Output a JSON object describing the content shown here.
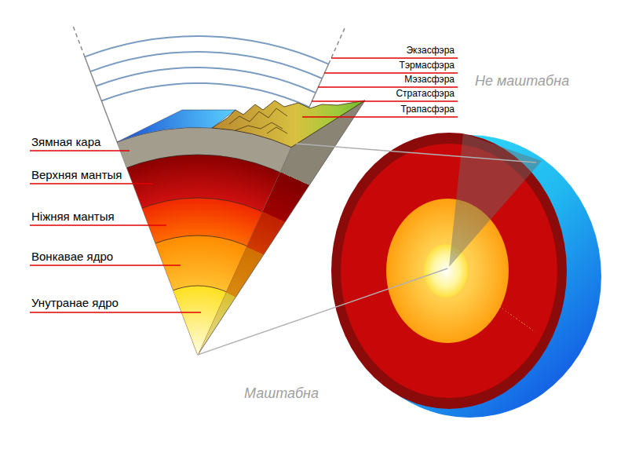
{
  "diagram": {
    "labels": [
      "Экзасфэра",
      "Тэрмасфэра",
      "Мэзасфэра",
      "Стратасфэра",
      "Трапасфэра",
      "Не маштабна",
      "Зямная кара",
      "Верхняя мантыя",
      "Ніжняя мантыя",
      "Вонкавае ядро",
      "Унутранае ядро",
      "Маштабна"
    ]
  }
}
